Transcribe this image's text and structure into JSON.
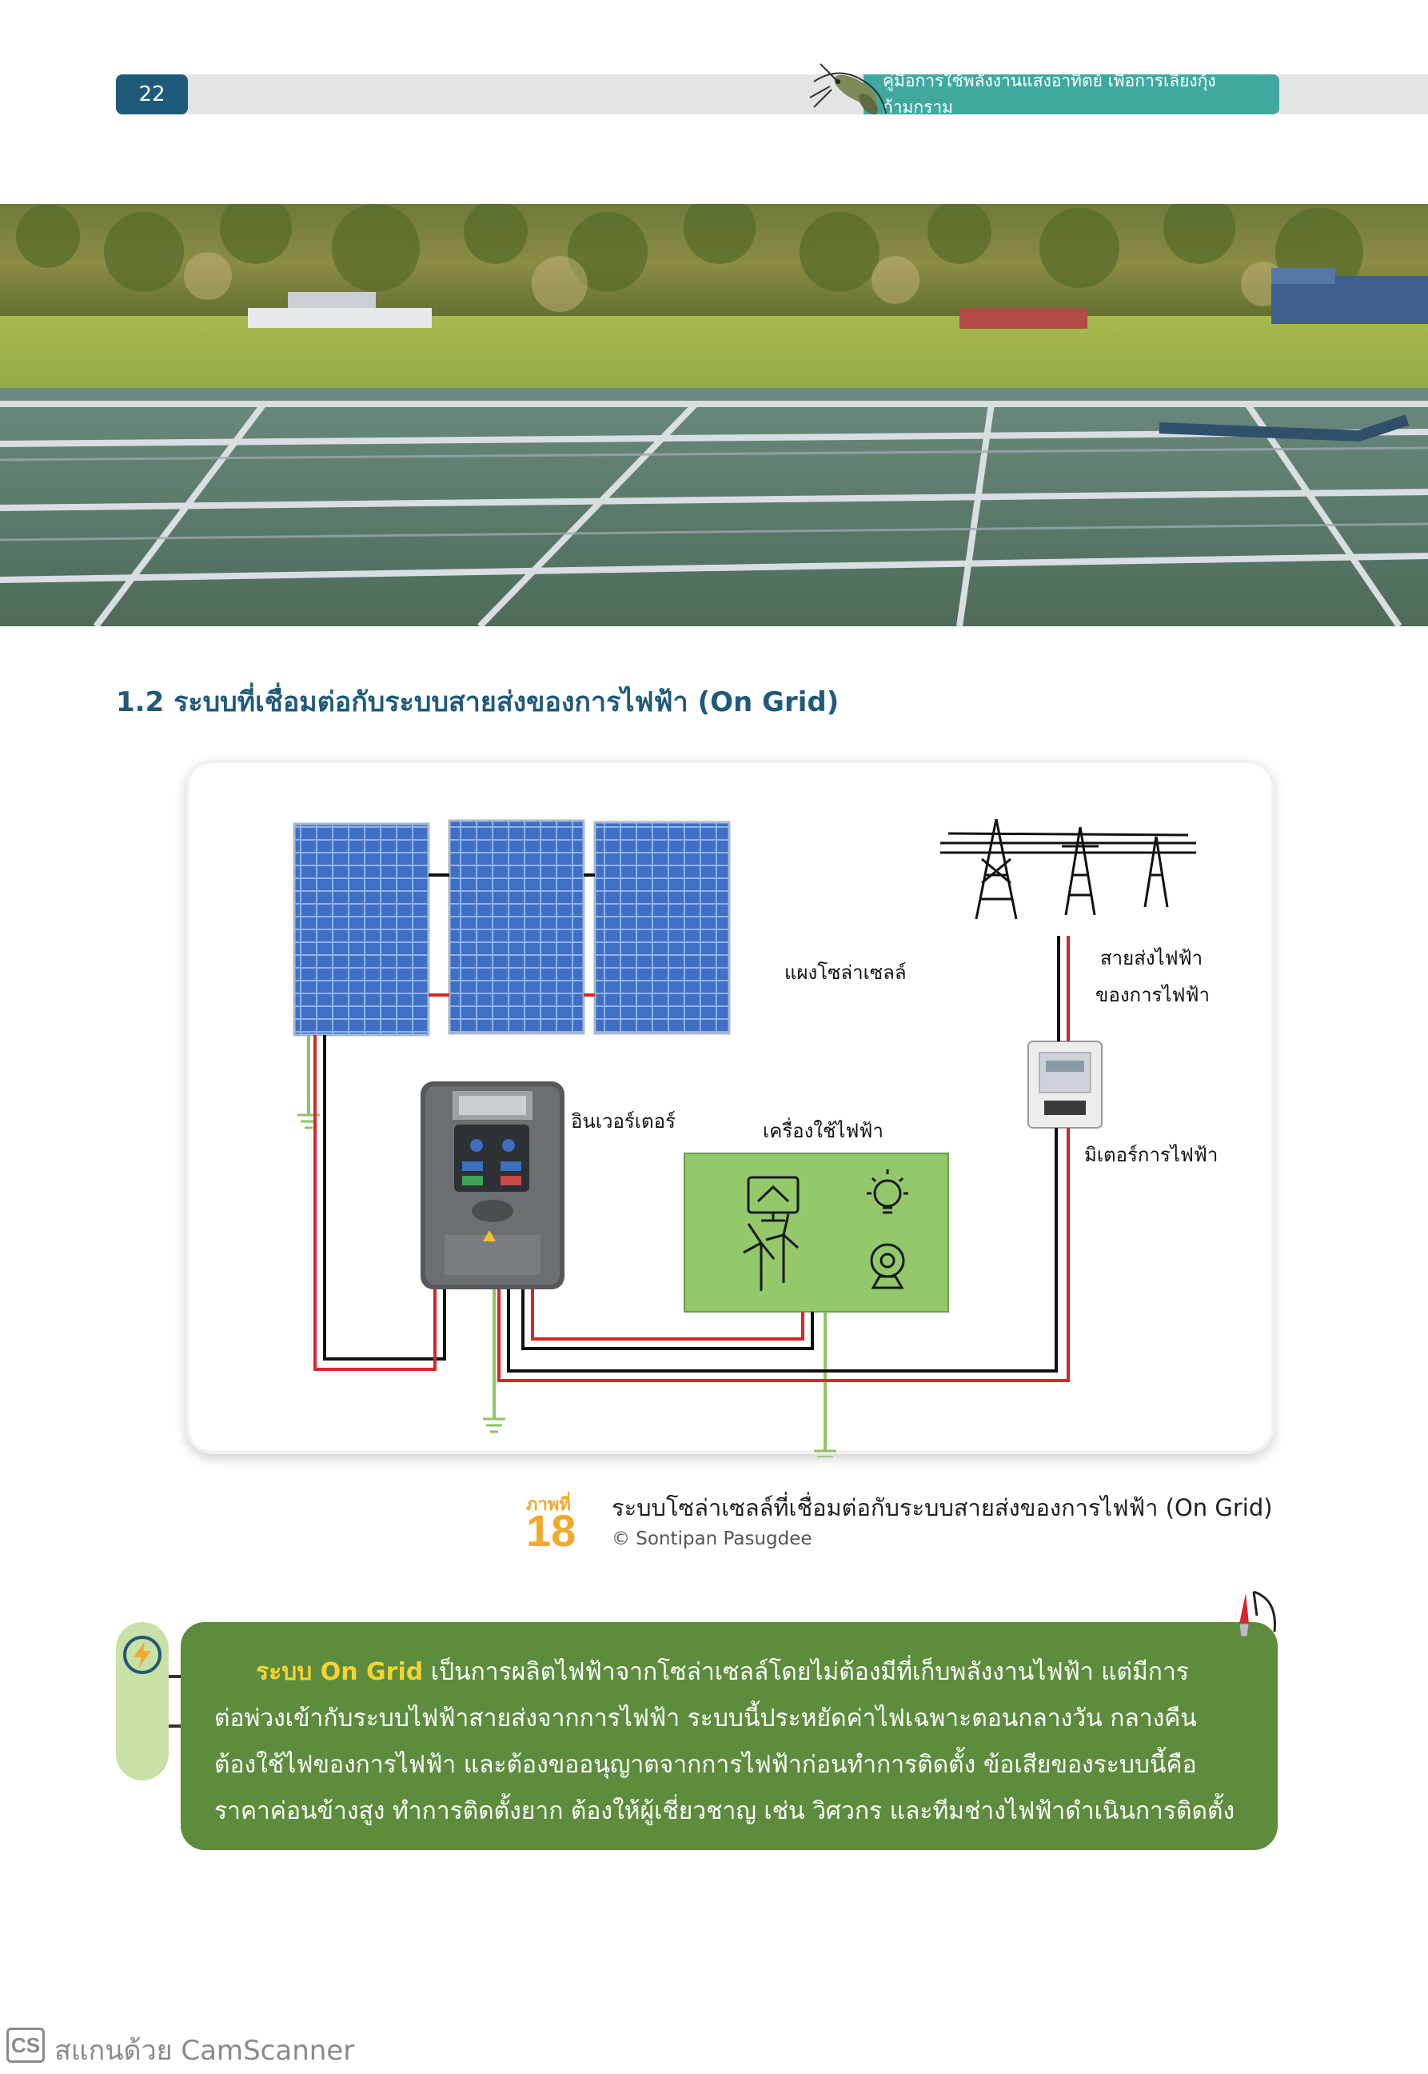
{
  "header": {
    "page_number": "22",
    "book_title": "คู่มือการใช้พลังงานแสงอาทิตย์ เพื่อการเลี้ยงกุ้งก้ามกราม"
  },
  "section": {
    "heading": "1.2  ระบบที่เชื่อมต่อกับระบบสายส่งของการไฟฟ้า (On Grid)"
  },
  "diagram": {
    "solar_panel_label": "แผงโซล่าเซลล์",
    "grid_line_label_1": "สายส่งไฟฟ้า",
    "grid_line_label_2": "ของการไฟฟ้า",
    "inverter_label": "อินเวอร์เตอร์",
    "appliances_label": "เครื่องใช้ไฟฟ้า",
    "meter_label": "มิเตอร์การไฟฟ้า",
    "colors": {
      "panel": "#3f6fc6",
      "appliance_box": "#93c86b",
      "live_wire": "#d8262b",
      "neutral_wire": "#111111",
      "ground_wire": "#8cc466"
    }
  },
  "caption": {
    "figure_word": "ภาพที่",
    "figure_number": "18",
    "text": "ระบบโซล่าเซลล์ที่เชื่อมต่อกับระบบสายส่งของการไฟฟ้า (On Grid)",
    "credit": "© Sontipan Pasugdee"
  },
  "info_box": {
    "highlight": "ระบบ On Grid",
    "line1_rest": " เป็นการผลิตไฟฟ้าจากโซล่าเซลล์โดยไม่ต้องมีที่เก็บพลังงานไฟฟ้า แต่มีการ",
    "line2": "ต่อพ่วงเข้ากับระบบไฟฟ้าสายส่งจากการไฟฟ้า ระบบนี้ประหยัดค่าไฟเฉพาะตอนกลางวัน กลางคืน",
    "line3": "ต้องใช้ไฟของการไฟฟ้า และต้องขออนุญาตจากการไฟฟ้าก่อนทำการติดตั้ง ข้อเสียของระบบนี้คือ",
    "line4": "ราคาค่อนข้างสูง ทำการติดตั้งยาก ต้องให้ผู้เชี่ยวชาญ เช่น วิศวกร และทีมช่างไฟฟ้าดำเนินการติดตั้ง"
  },
  "watermark": {
    "logo": "CS",
    "text": "สแกนด้วย CamScanner"
  }
}
